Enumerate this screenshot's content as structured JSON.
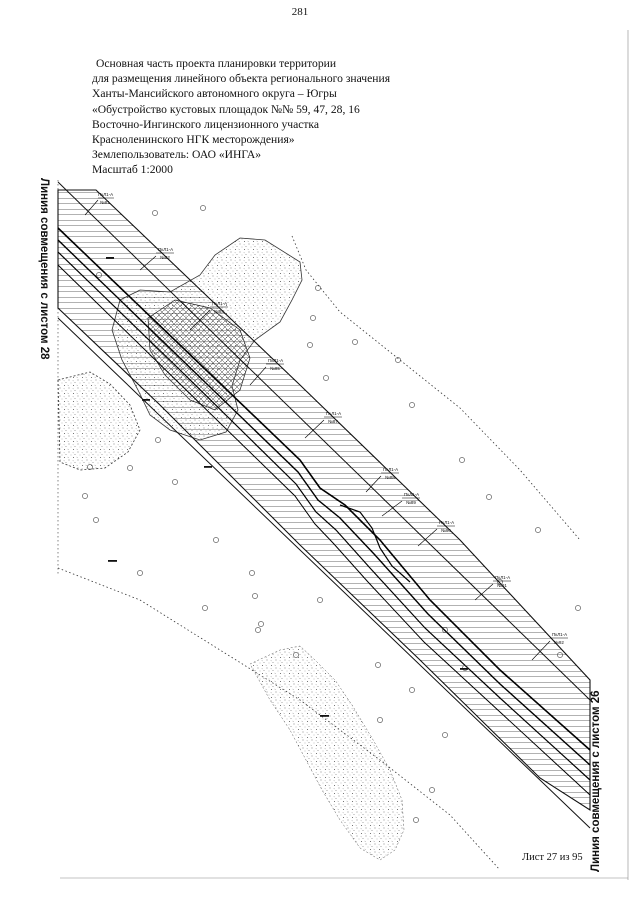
{
  "page": {
    "number": "281"
  },
  "header": {
    "lines": [
      "Основная часть проекта планировки территории",
      "для размещения линейного объекта регионального значения",
      "Ханты-Мансийского автономного округа – Югры",
      "«Обустройство кустовых площадок №№ 59, 47, 28, 16",
      "Восточно-Ингинского лицензионного участка",
      "Красноленинского НГК месторождения»",
      "Землепользователь: ОАО «ИНГА»",
      "Масштаб 1:2000"
    ]
  },
  "map": {
    "side_left": "Линия совмещения с листом 28",
    "side_right": "Линия совмещения с листом 26",
    "callouts": [
      {
        "top": "ПкЛ1-А",
        "bottom": "№81"
      },
      {
        "top": "ПкЛ1-А",
        "bottom": "№82"
      },
      {
        "top": "ПкЛ1-А",
        "bottom": "№84"
      },
      {
        "top": "ПкЛ1-А",
        "bottom": "№85"
      },
      {
        "top": "ПкЛ1-А",
        "bottom": "№87"
      },
      {
        "top": "ПкЛ1-А",
        "bottom": "№88"
      },
      {
        "top": "ПкЛ1-А",
        "bottom": "№89"
      },
      {
        "top": "ПкЛ1-А",
        "bottom": "№90"
      },
      {
        "top": "ПкЛ1-А",
        "bottom": "№91"
      },
      {
        "top": "ПкЛ1-А",
        "bottom": "№92"
      }
    ]
  },
  "footer": {
    "sheet": "Лист 27  из 95"
  }
}
